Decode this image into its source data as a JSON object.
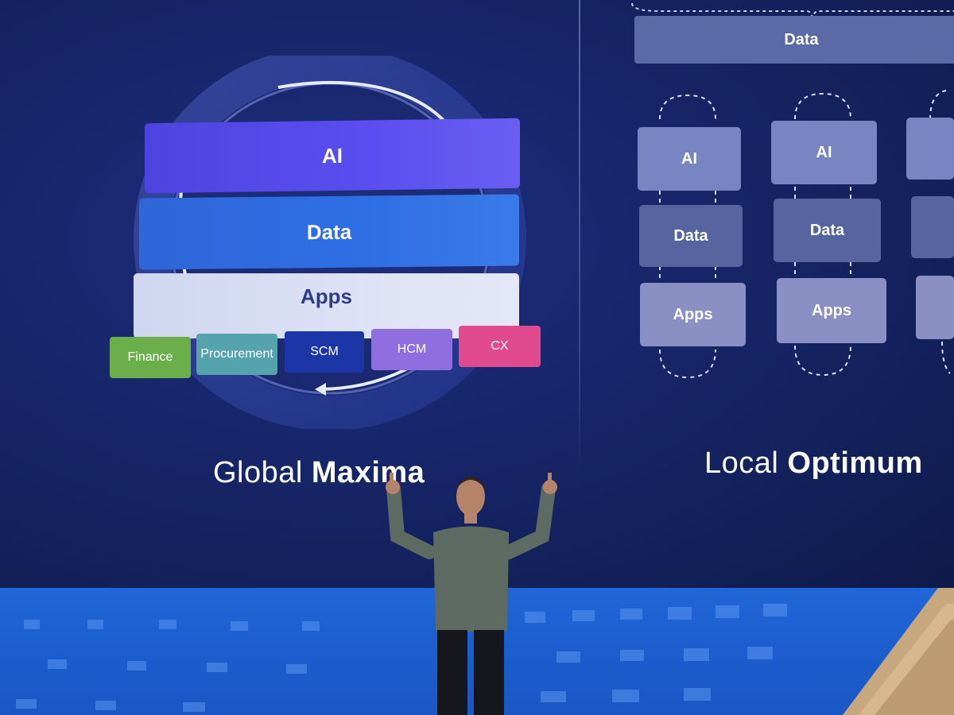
{
  "left_panel": {
    "bands": {
      "ai": "AI",
      "data": "Data",
      "apps": "Apps"
    },
    "chips": [
      {
        "label": "Finance",
        "color": "#6aaf4a"
      },
      {
        "label": "Procurement",
        "color": "#55a3ad"
      },
      {
        "label": "SCM",
        "color": "#1c36a8"
      },
      {
        "label": "HCM",
        "color": "#8f6ee0"
      },
      {
        "label": "CX",
        "color": "#e24a90"
      }
    ],
    "caption_light": "Global",
    "caption_bold": "Maxima"
  },
  "right_panel": {
    "top_bar": "Data",
    "columns": [
      {
        "ai": "AI",
        "data": "Data",
        "apps": "Apps"
      },
      {
        "ai": "AI",
        "data": "Data",
        "apps": "Apps"
      }
    ],
    "caption_light": "Local",
    "caption_bold": "Optimum"
  },
  "colors": {
    "screen_bg": "#17266a",
    "stack_box": "#6f7db8",
    "stage_floor": "#1f62d4"
  }
}
